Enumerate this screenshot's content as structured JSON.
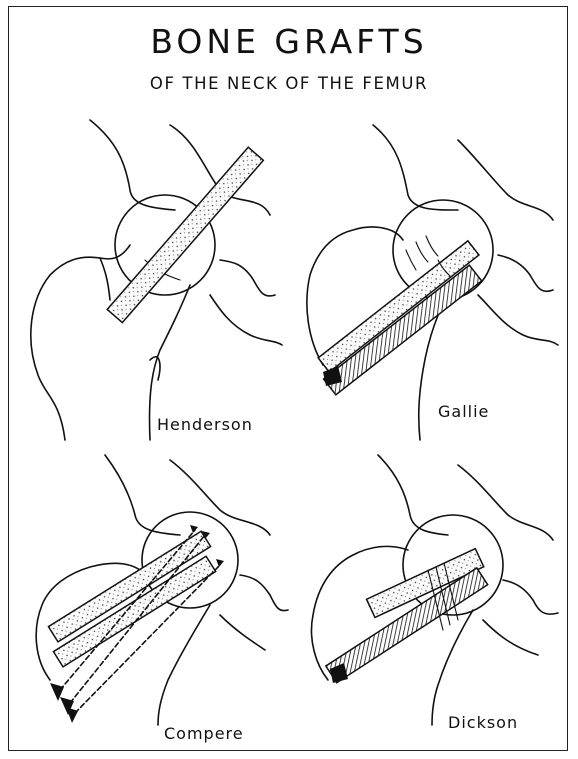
{
  "figure": {
    "title": "BONE GRAFTS",
    "subtitle": "OF THE NECK OF THE FEMUR"
  },
  "panels": [
    {
      "label": "Henderson"
    },
    {
      "label": "Gallie"
    },
    {
      "label": "Compere"
    },
    {
      "label": "Dickson"
    }
  ]
}
